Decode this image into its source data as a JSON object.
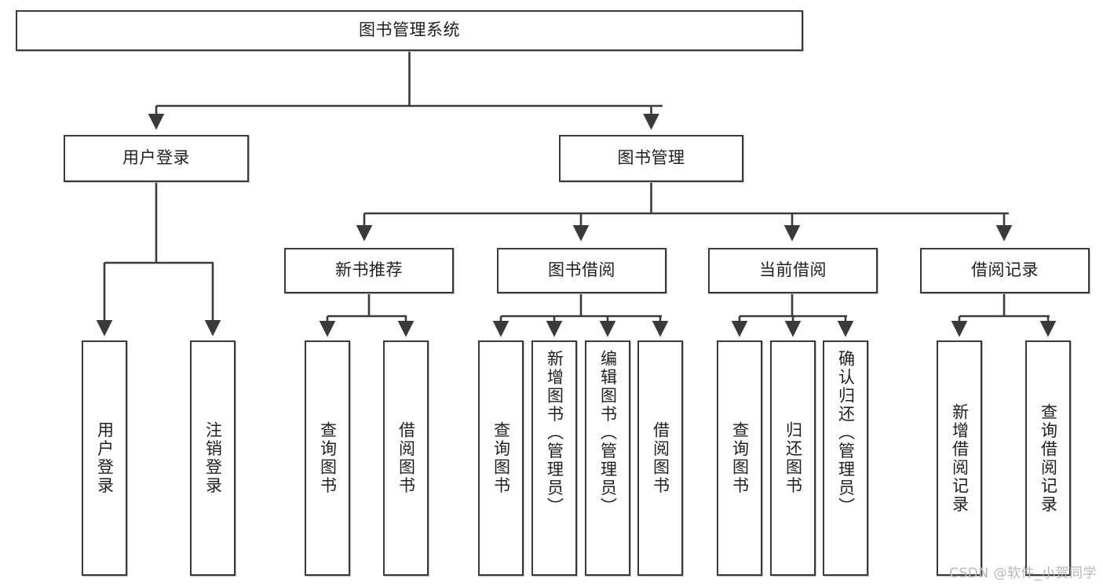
{
  "diagram": {
    "type": "tree",
    "title": "图书管理系统",
    "orientation": "top-down",
    "colors": {
      "box_border": "#3a3a3a",
      "box_fill": "#ffffff",
      "edge": "#3a3a3a",
      "text": "#1f1f1f",
      "watermark": "#b7b7b7"
    },
    "root": {
      "id": "root",
      "label": "图书管理系统"
    },
    "level2": [
      {
        "id": "user-login",
        "label": "用户登录"
      },
      {
        "id": "book-manage",
        "label": "图书管理"
      }
    ],
    "level3": [
      {
        "id": "new-book-recommend",
        "label": "新书推荐",
        "parent": "book-manage"
      },
      {
        "id": "book-borrow",
        "label": "图书借阅",
        "parent": "book-manage"
      },
      {
        "id": "current-borrow",
        "label": "当前借阅",
        "parent": "book-manage"
      },
      {
        "id": "borrow-record",
        "label": "借阅记录",
        "parent": "book-manage"
      }
    ],
    "leaves": {
      "user_login": [
        {
          "id": "leaf-user-login",
          "label": "用户登录"
        },
        {
          "id": "leaf-user-logout",
          "label": "注销登录"
        }
      ],
      "new_book_recommend": [
        {
          "id": "leaf-query-book-1",
          "label": "查询图书"
        },
        {
          "id": "leaf-borrow-book-1",
          "label": "借阅图书"
        }
      ],
      "book_borrow": [
        {
          "id": "leaf-query-book-2",
          "label": "查询图书"
        },
        {
          "id": "leaf-add-book",
          "label": "新增图书（管理员）"
        },
        {
          "id": "leaf-edit-book",
          "label": "编辑图书（管理员）"
        },
        {
          "id": "leaf-borrow-book-2",
          "label": "借阅图书"
        }
      ],
      "current_borrow": [
        {
          "id": "leaf-query-book-3",
          "label": "查询图书"
        },
        {
          "id": "leaf-return-book",
          "label": "归还图书"
        },
        {
          "id": "leaf-confirm-return",
          "label": "确认归还（管理员）"
        }
      ],
      "borrow_record": [
        {
          "id": "leaf-add-record",
          "label": "新增借阅记录"
        },
        {
          "id": "leaf-query-record",
          "label": "查询借阅记录"
        }
      ]
    }
  },
  "watermark": {
    "text": "CSDN @软件_小贺同学"
  }
}
